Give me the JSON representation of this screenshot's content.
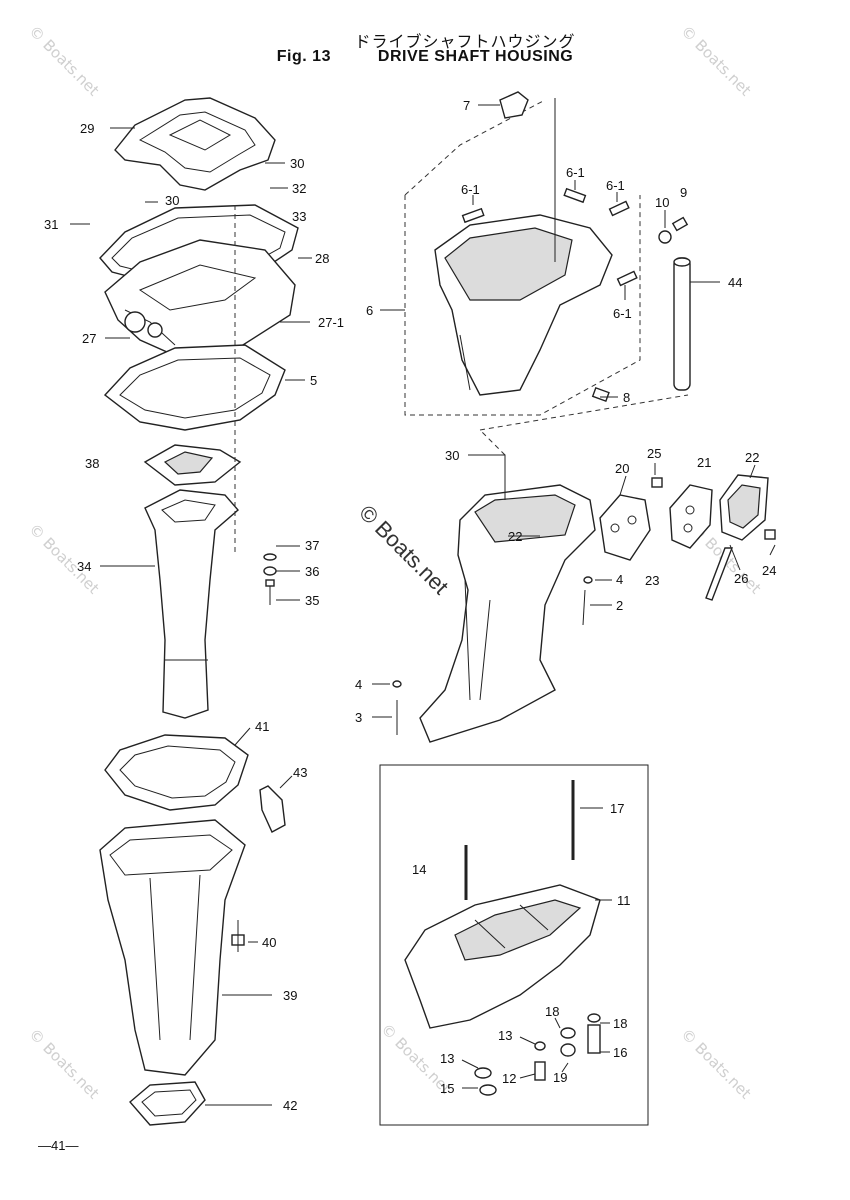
{
  "header": {
    "title_jp": "ドライブシャフトハウジング",
    "fig_label": "Fig. 13",
    "title_en": "DRIVE SHAFT HOUSING"
  },
  "footer": {
    "page_number": "—41—"
  },
  "watermark": {
    "text": "© Boats.net"
  },
  "callouts": {
    "c29": "29",
    "c30a": "30",
    "c32": "32",
    "c30b": "30",
    "c33": "33",
    "c31": "31",
    "c28": "28",
    "c27": "27",
    "c27_1": "27-1",
    "c5": "5",
    "c38": "38",
    "c37": "37",
    "c36": "36",
    "c35": "35",
    "c34": "34",
    "c41": "41",
    "c43": "43",
    "c40": "40",
    "c39": "39",
    "c42": "42",
    "c7": "7",
    "c6_1a": "6-1",
    "c6_1b": "6-1",
    "c6_1c": "6-1",
    "c10": "10",
    "c9": "9",
    "c44": "44",
    "c6": "6",
    "c6_1d": "6-1",
    "c8": "8",
    "c30c": "30",
    "c25": "25",
    "c20": "20",
    "c21": "21",
    "c22a": "22",
    "c22b": "22",
    "c24": "24",
    "c26": "26",
    "c23": "23",
    "c4a": "4",
    "c2": "2",
    "c4b": "4",
    "c3": "3",
    "c17": "17",
    "c14": "14",
    "c11": "11",
    "c18a": "18",
    "c18b": "18",
    "c13a": "13",
    "c16": "16",
    "c13b": "13",
    "c19": "19",
    "c15": "15",
    "c12": "12"
  }
}
